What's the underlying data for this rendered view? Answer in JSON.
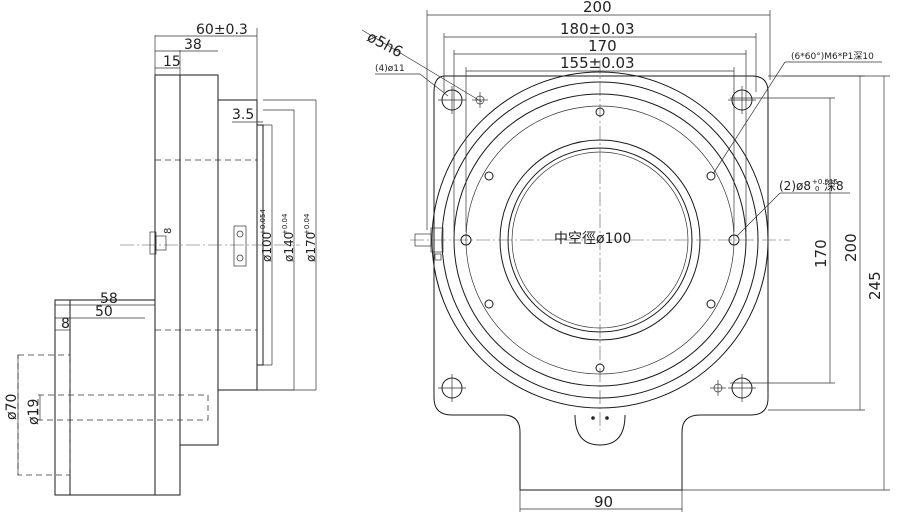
{
  "side_view": {
    "dim_60": "60±0.3",
    "dim_38": "38",
    "dim_15": "15",
    "dim_3_5": "3.5",
    "dia_100": "ø100",
    "dia_100_tol": "+0.054",
    "dia_140": "ø140",
    "dia_140_tol": "+0.04",
    "dia_170": "ø170",
    "dia_170_tol": "+0.04",
    "dim_8": "8",
    "dim_58": "58",
    "dim_50": "50",
    "dim_8b": "8",
    "dia_70": "ø70",
    "dia_19": "ø19"
  },
  "front_view": {
    "dim_200_top": "200",
    "dim_180": "180±0.03",
    "dim_170_top": "170",
    "dim_155": "155±0.03",
    "dia_5h6": "ø5h6",
    "holes_4x11": "(4)ø11",
    "tapped_holes": "(6*60°)M6*P1深10",
    "pin_holes": "(2)ø8",
    "pin_tol_up": "+0.015",
    "pin_tol_dn": "0",
    "pin_depth": "深8",
    "hollow": "中空徑ø100",
    "dim_170_right": "170",
    "dim_200_right": "200",
    "dim_245": "245",
    "dim_90": "90"
  }
}
